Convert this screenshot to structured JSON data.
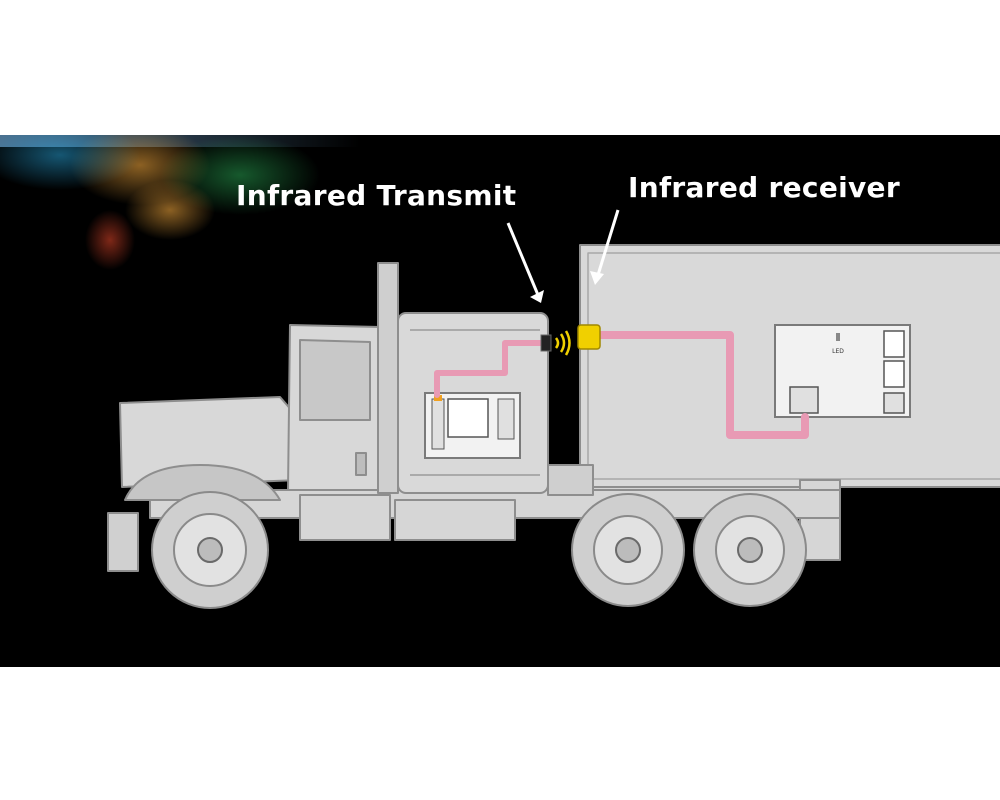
{
  "labels": {
    "transmitter": "Infrared Transmit",
    "receiver": "Infrared receiver"
  },
  "board_text": {
    "led": "LED"
  },
  "colors": {
    "background": "#000000",
    "page": "#ffffff",
    "body_fill": "#d9d9d9",
    "outline": "#9a9a9a",
    "wire": "#e89ab4",
    "ir_sensor": "#f0d000",
    "text": "#ffffff"
  }
}
